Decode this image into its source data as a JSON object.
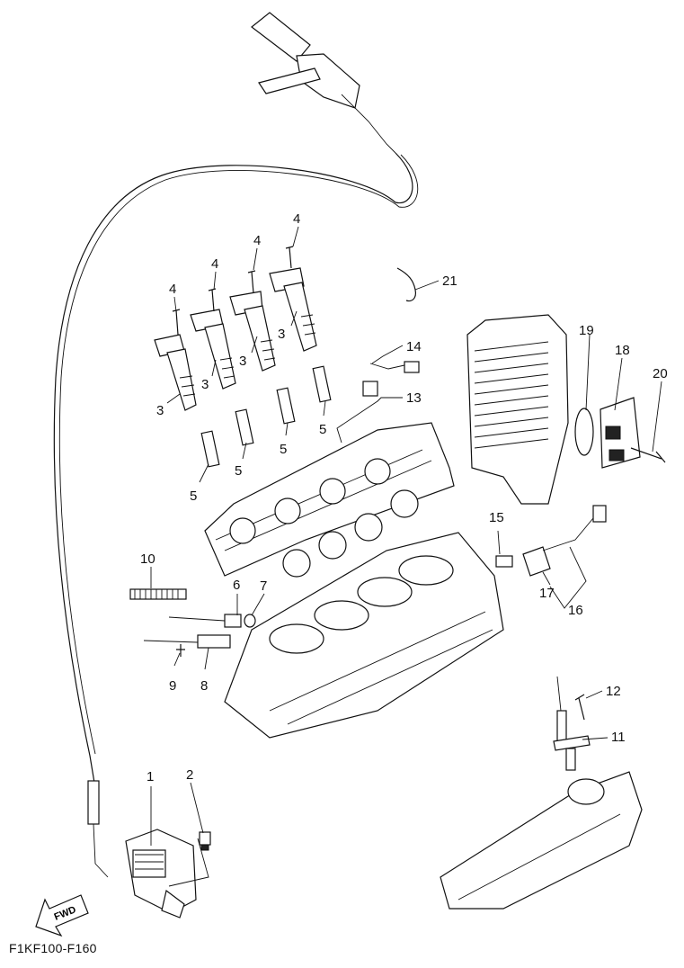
{
  "diagram_code": "F1KF100-F160",
  "fwd_label": "FWD",
  "callouts": [
    {
      "id": "c1",
      "label": "1"
    },
    {
      "id": "c2",
      "label": "2"
    },
    {
      "id": "c3a",
      "label": "3"
    },
    {
      "id": "c3b",
      "label": "3"
    },
    {
      "id": "c3c",
      "label": "3"
    },
    {
      "id": "c3d",
      "label": "3"
    },
    {
      "id": "c4a",
      "label": "4"
    },
    {
      "id": "c4b",
      "label": "4"
    },
    {
      "id": "c4c",
      "label": "4"
    },
    {
      "id": "c4d",
      "label": "4"
    },
    {
      "id": "c5a",
      "label": "5"
    },
    {
      "id": "c5b",
      "label": "5"
    },
    {
      "id": "c5c",
      "label": "5"
    },
    {
      "id": "c5d",
      "label": "5"
    },
    {
      "id": "c6",
      "label": "6"
    },
    {
      "id": "c7",
      "label": "7"
    },
    {
      "id": "c8",
      "label": "8"
    },
    {
      "id": "c9",
      "label": "9"
    },
    {
      "id": "c10",
      "label": "10"
    },
    {
      "id": "c11",
      "label": "11"
    },
    {
      "id": "c12",
      "label": "12"
    },
    {
      "id": "c13",
      "label": "13"
    },
    {
      "id": "c14",
      "label": "14"
    },
    {
      "id": "c15",
      "label": "15"
    },
    {
      "id": "c16",
      "label": "16"
    },
    {
      "id": "c17",
      "label": "17"
    },
    {
      "id": "c18",
      "label": "18"
    },
    {
      "id": "c19",
      "label": "19"
    },
    {
      "id": "c20",
      "label": "20"
    },
    {
      "id": "c21",
      "label": "21"
    }
  ]
}
